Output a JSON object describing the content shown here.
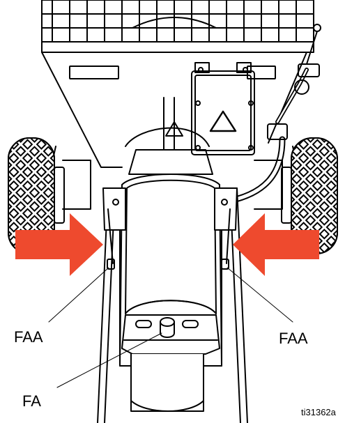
{
  "figure": {
    "figure_id": "ti31362a"
  },
  "callouts": {
    "faa_left": "FAA",
    "faa_right": "FAA",
    "fa": "FA"
  },
  "icons": {
    "warning_triangle": "warning-triangle-icon",
    "arrow_left_side": "arrow-right-icon",
    "arrow_right_side": "arrow-left-icon"
  },
  "colors": {
    "line": "#000000",
    "arrow": "#ee4a2e",
    "background": "#ffffff"
  }
}
